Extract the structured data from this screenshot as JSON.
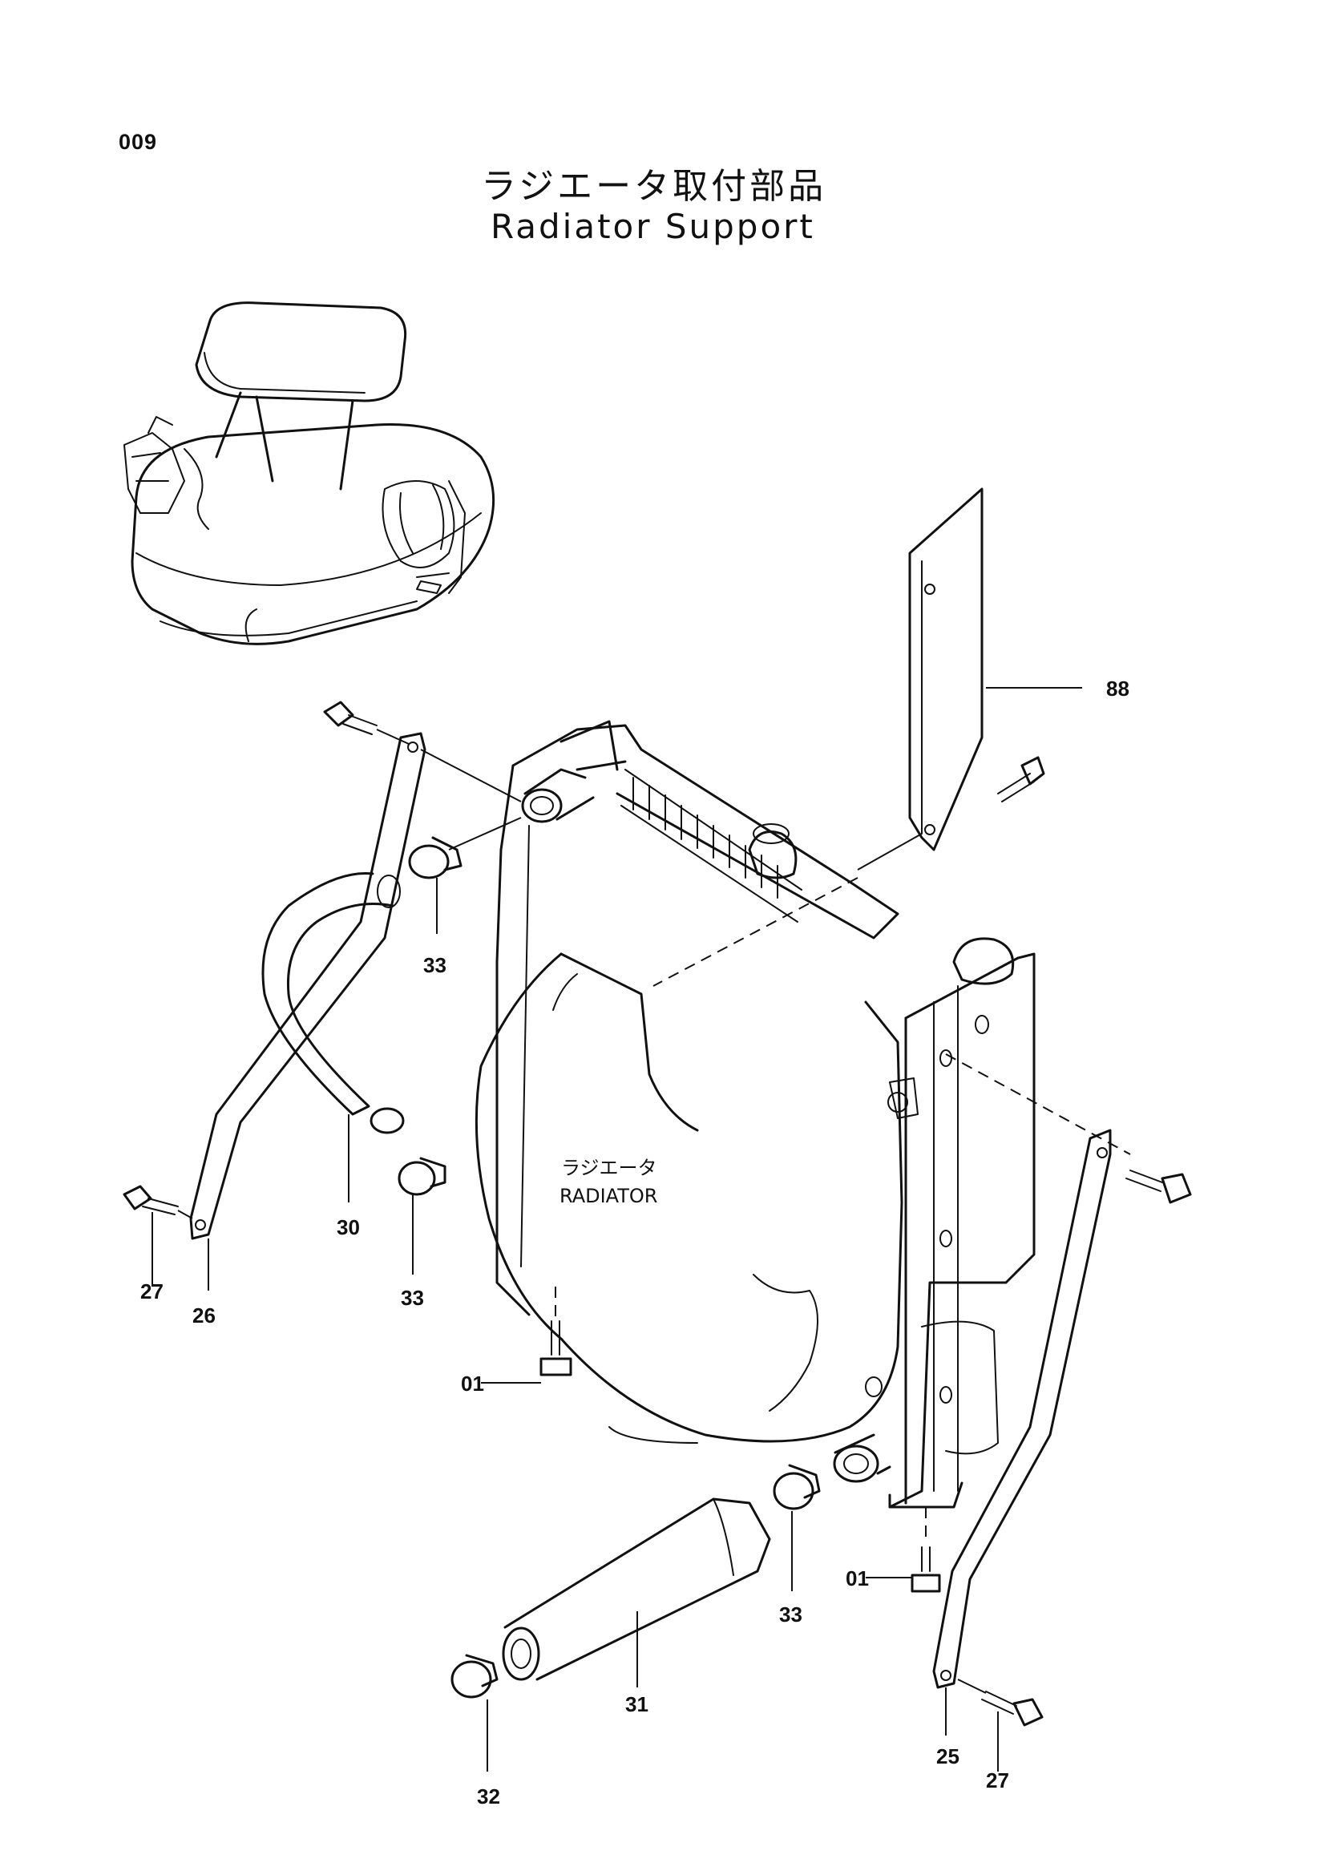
{
  "page": {
    "number": "009"
  },
  "title": {
    "japanese": "ラジエータ取付部品",
    "english": "Radiator Support"
  },
  "callout": {
    "japanese": "ラジエータ",
    "english": "RADIATOR"
  },
  "parts": [
    {
      "id": "88"
    },
    {
      "id": "33"
    },
    {
      "id": "30"
    },
    {
      "id": "26"
    },
    {
      "id": "27"
    },
    {
      "id": "33"
    },
    {
      "id": "01"
    },
    {
      "id": "33"
    },
    {
      "id": "01"
    },
    {
      "id": "31"
    },
    {
      "id": "32"
    },
    {
      "id": "25"
    },
    {
      "id": "27"
    }
  ]
}
